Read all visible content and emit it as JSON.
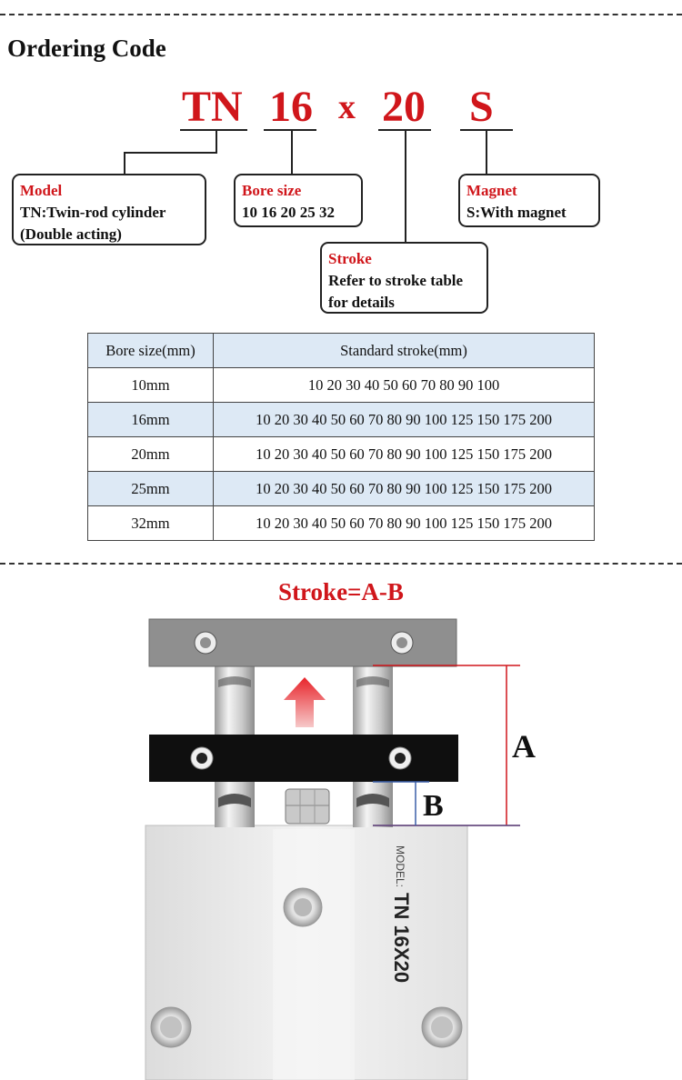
{
  "header": {
    "title": "Ordering Code"
  },
  "code": {
    "model": "TN",
    "bore": "16",
    "x": "x",
    "stroke": "20",
    "magnet": "S"
  },
  "boxes": {
    "model": {
      "heading": "Model",
      "line1": "TN:Twin-rod cylinder",
      "line2": "(Double acting)"
    },
    "bore": {
      "heading": "Bore size",
      "line1": "10 16 20 25 32"
    },
    "stroke": {
      "heading": "Stroke",
      "line1": "Refer to stroke table",
      "line2": "for details"
    },
    "magnet": {
      "heading": "Magnet",
      "line1": "S:With magnet"
    }
  },
  "table": {
    "headers": [
      "Bore size(mm)",
      "Standard stroke(mm)"
    ],
    "rows": [
      [
        "10mm",
        "10 20 30 40 50 60 70 80 90 100"
      ],
      [
        "16mm",
        "10 20 30 40 50 60 70 80 90 100 125 150 175 200"
      ],
      [
        "20mm",
        "10 20 30 40 50 60 70 80 90 100 125 150 175 200"
      ],
      [
        "25mm",
        "10 20 30 40 50 60 70 80 90 100 125 150 175 200"
      ],
      [
        "32mm",
        "10 20 30 40 50 60 70 80 90 100 125 150 175 200"
      ]
    ]
  },
  "diagram": {
    "title": "Stroke=A-B",
    "label_a": "A",
    "label_b": "B",
    "body_model_label": "MODEL:",
    "body_model_text": "TN 16X20"
  },
  "colors": {
    "accent": "#d0161b",
    "table_shade": "#dde9f5",
    "dim_red": "#d0161b",
    "dim_blue": "#3a5fa8"
  }
}
